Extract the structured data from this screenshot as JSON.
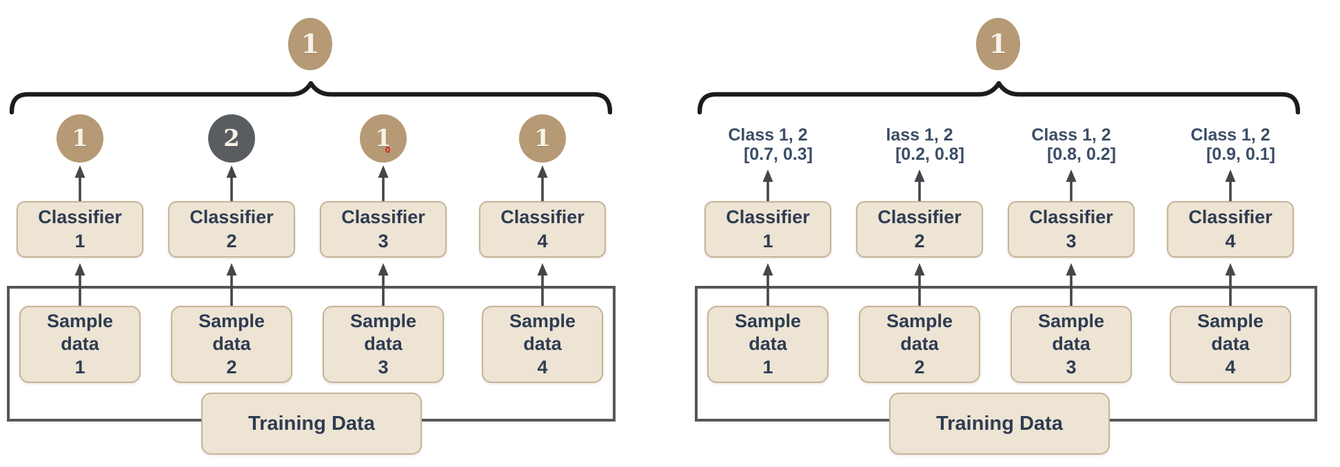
{
  "colors": {
    "vote_circle_tan": "#b69a75",
    "vote_circle_dark": "#595c60",
    "circle_number_text": "#f8f3e7",
    "box_fill": "#ede4d4",
    "box_border": "#c8b496",
    "box_text": "#2e3c51",
    "prediction_label_text": "#3c4d66",
    "arrow": "#43474b",
    "outer_rect_border": "#54575a",
    "brace": "#1a1c1e",
    "red_dot": "#cc2b1d"
  },
  "left": {
    "final_prediction": "1",
    "votes": [
      {
        "value": "1",
        "variant": "tan"
      },
      {
        "value": "2",
        "variant": "dark"
      },
      {
        "value": "1",
        "variant": "tan"
      },
      {
        "value": "1",
        "variant": "tan"
      }
    ],
    "classifiers": [
      {
        "line1": "Classifier",
        "line2": "1"
      },
      {
        "line1": "Classifier",
        "line2": "2"
      },
      {
        "line1": "Classifier",
        "line2": "3"
      },
      {
        "line1": "Classifier",
        "line2": "4"
      }
    ],
    "samples": [
      {
        "line1": "Sample",
        "line2": "data",
        "line3": "1"
      },
      {
        "line1": "Sample",
        "line2": "data",
        "line3": "2"
      },
      {
        "line1": "Sample",
        "line2": "data",
        "line3": "3"
      },
      {
        "line1": "Sample",
        "line2": "data",
        "line3": "4"
      }
    ],
    "training_label": "Training Data"
  },
  "right": {
    "final_prediction": "1",
    "predictions": [
      {
        "line1": "Class 1, 2",
        "line2": "[0.7, 0.3]"
      },
      {
        "line1": "lass 1, 2",
        "line2": "[0.2, 0.8]"
      },
      {
        "line1": "Class 1, 2",
        "line2": "[0.8, 0.2]"
      },
      {
        "line1": "Class 1, 2",
        "line2": "[0.9, 0.1]"
      }
    ],
    "classifiers": [
      {
        "line1": "Classifier",
        "line2": "1"
      },
      {
        "line1": "Classifier",
        "line2": "2"
      },
      {
        "line1": "Classifier",
        "line2": "3"
      },
      {
        "line1": "Classifier",
        "line2": "4"
      }
    ],
    "samples": [
      {
        "line1": "Sample",
        "line2": "data",
        "line3": "1"
      },
      {
        "line1": "Sample",
        "line2": "data",
        "line3": "2"
      },
      {
        "line1": "Sample",
        "line2": "data",
        "line3": "3"
      },
      {
        "line1": "Sample",
        "line2": "data",
        "line3": "4"
      }
    ],
    "training_label": "Training Data"
  }
}
